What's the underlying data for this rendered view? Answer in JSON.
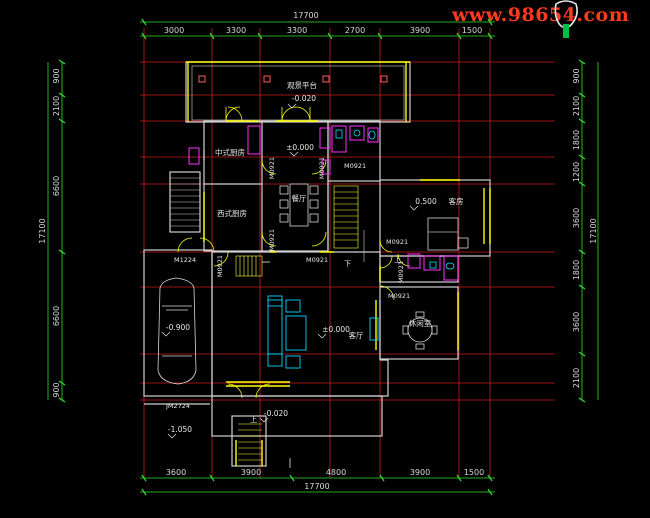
{
  "watermark": {
    "text": "www.98654.com"
  },
  "dims": {
    "top_total": "17700",
    "top_segments": [
      "3000",
      "3300",
      "3300",
      "2700",
      "3900",
      "1500"
    ],
    "bottom_total": "17700",
    "bottom_segments": [
      "3600",
      "3900",
      "4800",
      "3900",
      "1500"
    ],
    "left_total": "17100",
    "left_groups": [
      "6600",
      "6600"
    ],
    "left_segments": [
      "900",
      "2100",
      "900"
    ],
    "right_total": "17100",
    "right_segments": [
      "900",
      "2100",
      "1800",
      "1200",
      "3600",
      "1800",
      "3600",
      "2100"
    ]
  },
  "rooms": {
    "terrace": "观景平台",
    "terrace_level": "-0.020",
    "chinese_kitchen": "中式厨房",
    "western_kitchen": "西式厨房",
    "dining": "餐厅",
    "dining_level": "±0.000",
    "bedroom": "客房",
    "bedroom_level": "0.500",
    "living": "客厅",
    "living_level": "±0.000",
    "garage_level": "-0.900",
    "entrance_level": "-0.020",
    "outside_level": "-1.050",
    "leisure": "休闲室"
  },
  "doors": {
    "m0921_a": "M0921",
    "m0921_b": "M0921",
    "m0921_c": "M0921",
    "m0921_d": "M0921",
    "m0921_e": "M0921",
    "m0921_f": "M0921",
    "m0921_g": "M0921",
    "m0921_h": "M0921",
    "m0921_i": "M0921",
    "m1224": "M1224",
    "garage_door": "JM2724"
  },
  "stairs": {
    "up_a": "上",
    "up_b": "下",
    "up_c": "上"
  },
  "colors": {
    "wall": "#d4d4d4",
    "dim": "#3cff3c",
    "axis": "#ff3030",
    "window": "#ffff00",
    "furniture": "#00d8ff",
    "magenta": "#ff00ff"
  }
}
